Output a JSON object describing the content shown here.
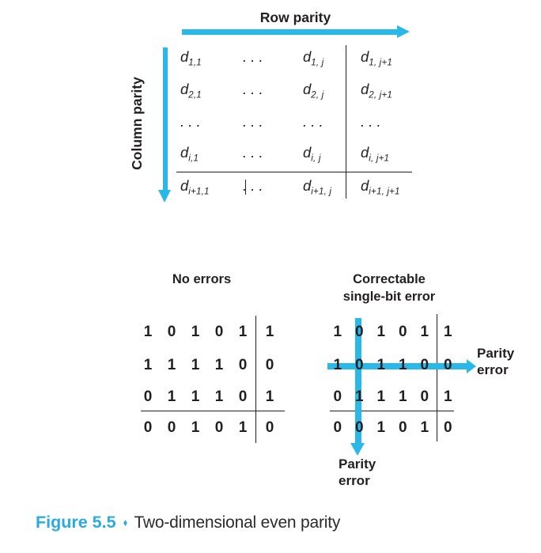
{
  "colors": {
    "arrow_cyan": "#29b8e8",
    "caption_cyan": "#29abe2",
    "ink": "#231f20"
  },
  "top": {
    "row_parity": "Row parity",
    "column_parity": "Column parity",
    "rows": [
      {
        "cells": [
          {
            "base": "d",
            "sub": "1,1"
          },
          {
            "base": ". . .",
            "sub": ""
          },
          {
            "base": "d",
            "sub": "1, j"
          },
          {
            "base": "d",
            "sub": "1, j+1"
          }
        ]
      },
      {
        "cells": [
          {
            "base": "d",
            "sub": "2,1"
          },
          {
            "base": ". . .",
            "sub": ""
          },
          {
            "base": "d",
            "sub": "2, j"
          },
          {
            "base": "d",
            "sub": "2, j+1"
          }
        ]
      },
      {
        "cells": [
          {
            "base": ". . .",
            "sub": ""
          },
          {
            "base": ". . .",
            "sub": ""
          },
          {
            "base": ". . .",
            "sub": ""
          },
          {
            "base": ". . .",
            "sub": ""
          }
        ]
      },
      {
        "cells": [
          {
            "base": "d",
            "sub": "i,1"
          },
          {
            "base": ". . .",
            "sub": ""
          },
          {
            "base": "d",
            "sub": "i, j"
          },
          {
            "base": "d",
            "sub": "i, j+1"
          }
        ]
      },
      {
        "cells": [
          {
            "base": "d",
            "sub": "i+1,1"
          },
          {
            "base": ". . .",
            "sub": ""
          },
          {
            "base": "d",
            "sub": "i+1, j"
          },
          {
            "base": "d",
            "sub": "i+1, j+1"
          }
        ]
      }
    ]
  },
  "no_errors": {
    "title": "No errors",
    "rows": [
      [
        "1",
        "0",
        "1",
        "0",
        "1",
        "1"
      ],
      [
        "1",
        "1",
        "1",
        "1",
        "0",
        "0"
      ],
      [
        "0",
        "1",
        "1",
        "1",
        "0",
        "1"
      ],
      [
        "0",
        "0",
        "1",
        "0",
        "1",
        "0"
      ]
    ]
  },
  "correctable": {
    "title_line1": "Correctable",
    "title_line2": "single-bit error",
    "rows": [
      [
        "1",
        "0",
        "1",
        "0",
        "1",
        "1"
      ],
      [
        "1",
        "0",
        "1",
        "1",
        "0",
        "0"
      ],
      [
        "0",
        "1",
        "1",
        "1",
        "0",
        "1"
      ],
      [
        "0",
        "0",
        "1",
        "0",
        "1",
        "0"
      ]
    ],
    "parity_error_row": {
      "line1": "Parity",
      "line2": "error"
    },
    "parity_error_col": {
      "line1": "Parity",
      "line2": "error"
    }
  },
  "caption": {
    "label": "Figure 5.5",
    "separator": "♦",
    "text": "Two-dimensional even parity"
  }
}
